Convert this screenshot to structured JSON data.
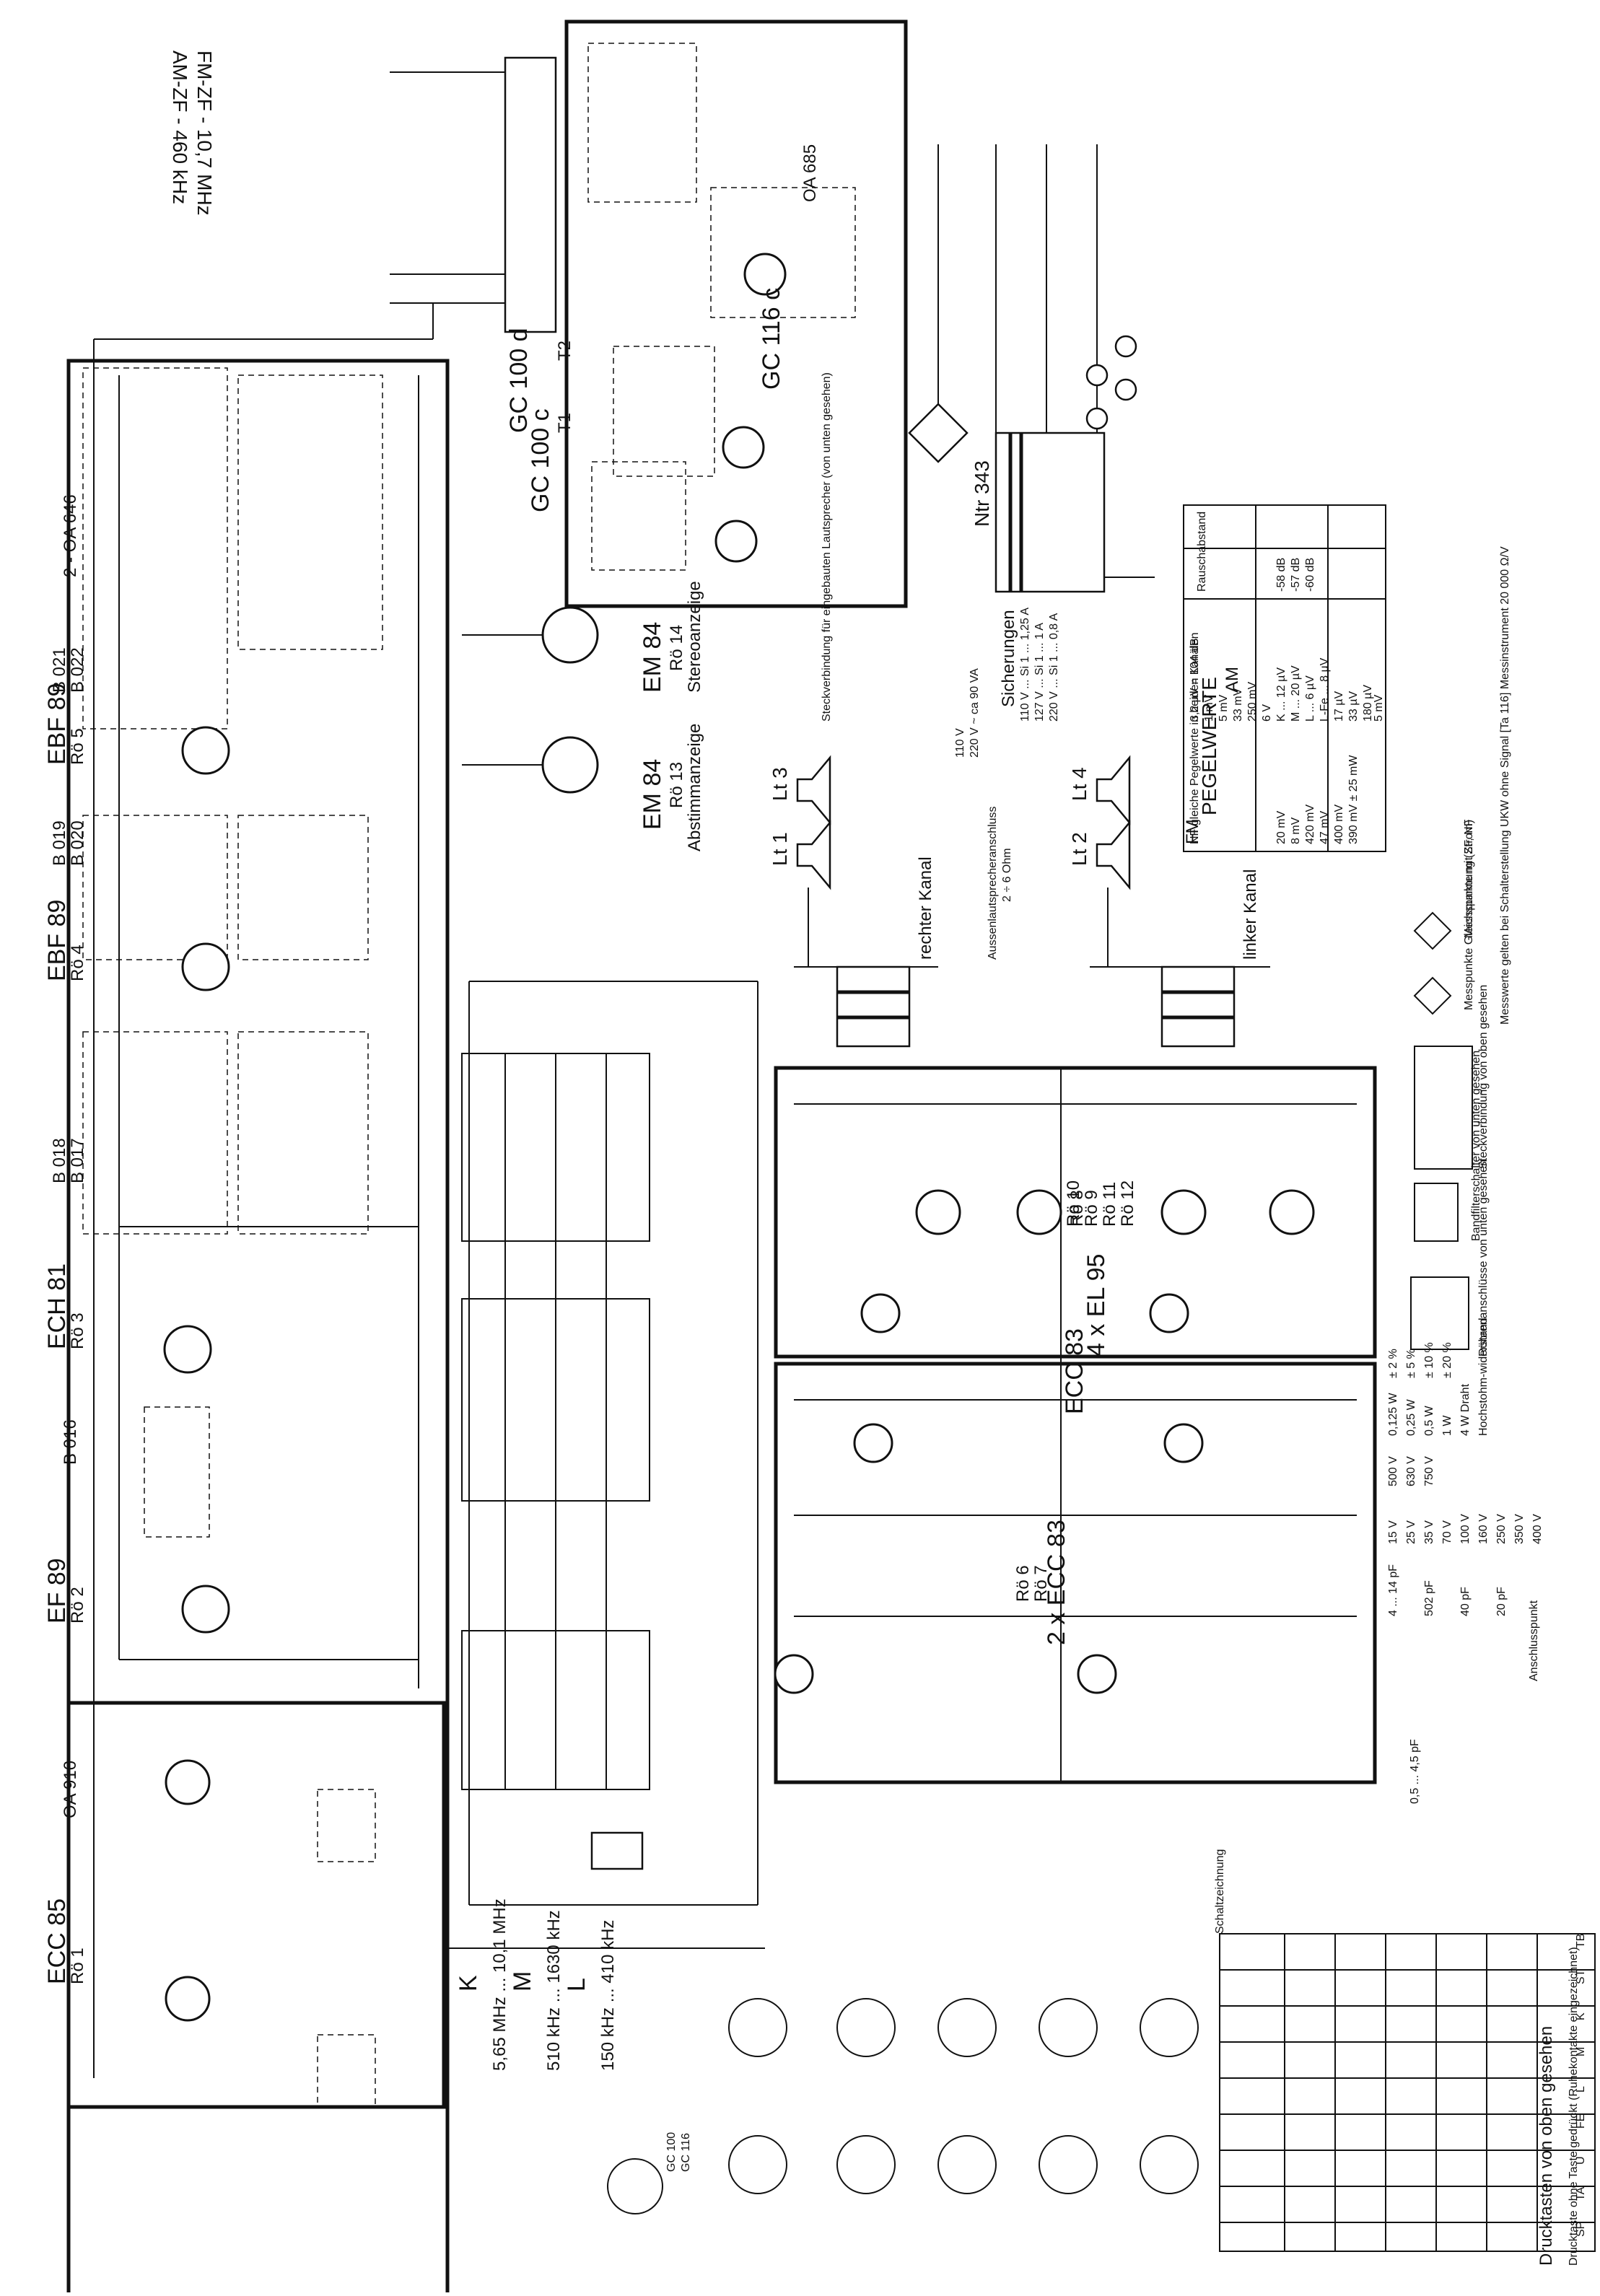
{
  "ifs": [
    "AM-ZF - 460 kHz",
    "FM-ZF - 10,7 MHz"
  ],
  "tubes": [
    {
      "type": "ECC 85",
      "ref": "Rö 1"
    },
    {
      "type": "OA 910",
      "ref": ""
    },
    {
      "type": "EF 89",
      "ref": "Rö 2"
    },
    {
      "type": "ECH 81",
      "ref": "Rö 3"
    },
    {
      "type": "EBF 89",
      "ref": "Rö 4"
    },
    {
      "type": "EBF 89",
      "ref": "Rö 5"
    },
    {
      "type": "2 - OA 646",
      "ref": ""
    }
  ],
  "filters": [
    "B 016",
    "B 018",
    "B 017",
    "B 019",
    "B 020",
    "B 021",
    "B 022"
  ],
  "indicators": [
    {
      "type": "EM 84",
      "ref": "Rö 13",
      "label": "Abstimmanzeige"
    },
    {
      "type": "EM 84",
      "ref": "Rö 14",
      "label": "Stereoanzeige"
    }
  ],
  "decoder": {
    "t1": "GC 100 c",
    "t2": "GC 100 d",
    "t3": "GC 116 c",
    "diode": "OA 685",
    "t1_ref": "T1",
    "t2_ref": "T2"
  },
  "amp": {
    "power": "4 x EL 95",
    "pre": "ECC 83",
    "ref_a": "Rö 10",
    "ref_b": "Rö 9",
    "ref_c": "Rö 11",
    "ref_d": "Rö 12",
    "pre2": "2 x ECC 83",
    "ref_e": "Rö 6",
    "ref_f": "Rö 7",
    "ref_g": "Rö 8"
  },
  "bands": [
    {
      "key": "K",
      "range": "5,65 MHz ... 10,1 MHz"
    },
    {
      "key": "M",
      "range": "510 kHz ... 1630 kHz"
    },
    {
      "key": "L",
      "range": "150 kHz ... 410 kHz"
    }
  ],
  "speakers": {
    "right": "rechter Kanal",
    "left": "linker Kanal",
    "lt1": "Lt 1",
    "lt2": "Lt 2",
    "lt3": "Lt 3",
    "lt4": "Lt 4",
    "ext": "Aussenlautsprecheranschluss",
    "ohm": "2 ÷ 6 Ohm",
    "plug": "Steckverbindung für eingebauten Lautsprecher (von unten gesehen)"
  },
  "power": {
    "transformer": "Ntr 343",
    "fuses_title": "Sicherungen",
    "fuses": [
      "110 V ... Si 1 ... 1,25 A",
      "127 V ... Si 1 ... 1 A",
      "220 V ... Si 1 ... 0,8 A"
    ],
    "mains": "110 V",
    "mains_2": "220 V ~ ca 90 VA"
  },
  "pegelwerte": {
    "title": "PEGELWERTE",
    "am": "AM",
    "fm": "FM",
    "fm_rows": [
      "3,2 µV = 104 dB",
      "1 mV",
      "5 mV",
      "33 mV",
      "250 mV",
      "6 V"
    ],
    "am_rows": [
      "K ... 12 µV",
      "M ... 20 µV",
      "L ... 6 µV",
      "L-Fe ... 8 µV",
      "17 µV",
      "33 µV",
      "180 µV",
      "5 mV"
    ],
    "rausch": "Rauschabstand",
    "rausch_vals": [
      "-58 dB",
      "-57 dB",
      "-60 dB"
    ],
    "nf_title": "NF gleiche Pegelwerte in beiden Kanälen",
    "nf_rows": [
      "20 mV",
      "8 mV",
      "420 mV",
      "47 mV",
      "400 mV",
      "390 mV ± 25 mW"
    ]
  },
  "legend": {
    "caps_trimmer": [
      "4 ... 14 pF",
      "0,5 ... 4,5 pF"
    ],
    "caps_other": [
      "502 pF",
      "40 pF",
      "20 pF"
    ],
    "earth": "Anschlusspunkt",
    "volt": [
      "15 V",
      "25 V",
      "35 V",
      "70 V",
      "100 V",
      "160 V",
      "250 V",
      "350 V",
      "400 V",
      "500 V",
      "630 V",
      "750 V"
    ],
    "resistors": [
      "0,125 W",
      "0,25 W",
      "0,5 W",
      "1 W",
      "4 W Draht",
      "Hochstohm-widerstand"
    ],
    "tolerances": [
      "± 2 %",
      "± 5 %",
      "± 10 %",
      "± 20 %"
    ],
    "messpunkt": "Messpunkte mit ZF, NF",
    "messpunkt2": "Messpunkte Gleichspannung (Strom)",
    "notes": "Messwerte gelten bei Schalterstellung UKW ohne Signal [Ta 116] Messinstrument 20 000 Ω/V",
    "plug_note": "Steckverbindung von oben gesehen",
    "bandfilter": "Bandfilterschalter von unten gesehen",
    "socket": "Röhrenanschlüsse von unten gesehen"
  },
  "switch": {
    "header": "Drucktasten von oben gesehen",
    "note": "Drucktaste ohne Taste gedrückt (Ruhekontakte eingezeichnet)",
    "cols": [
      "SP",
      "TA",
      "U",
      "FE",
      "L",
      "M",
      "K",
      "ST",
      "TB"
    ],
    "schaltzeichnung": "Schaltzeichnung"
  },
  "sockets": [
    "GC 100",
    "GC 116"
  ]
}
